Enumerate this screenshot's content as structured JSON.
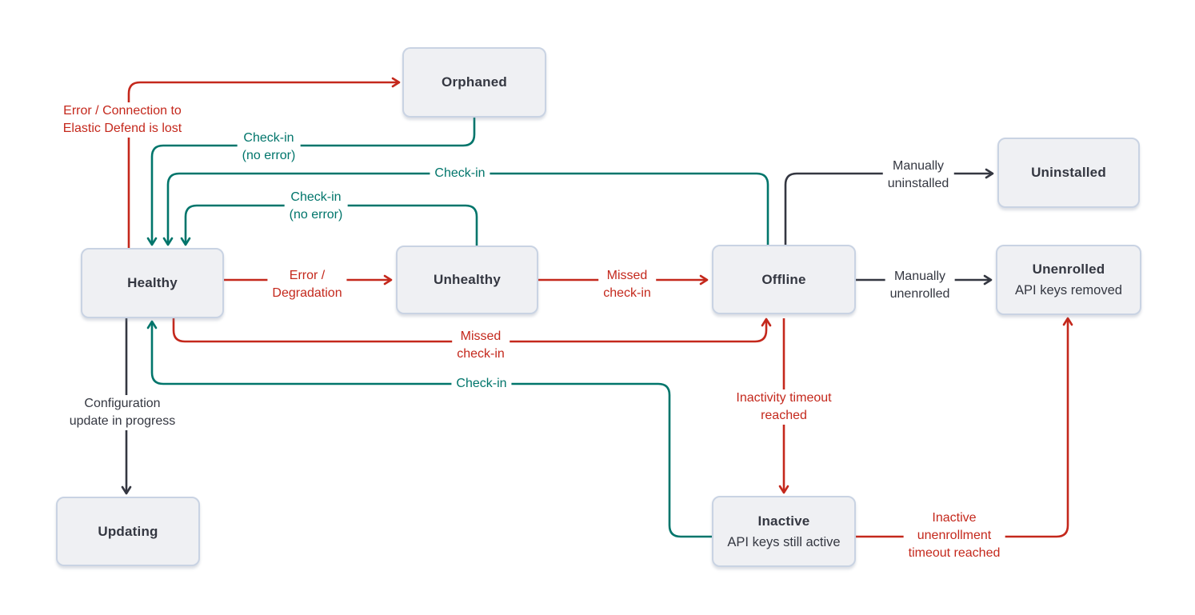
{
  "diagram": {
    "description": "Elastic Agent status state diagram",
    "palette": {
      "error_red": "#c4281c",
      "checkin_teal": "#00756b",
      "neutral_dark": "#343741",
      "node_fill": "#eff0f3",
      "node_border": "#c9d3e3",
      "background": "#ffffff"
    }
  },
  "nodes": {
    "orphaned": {
      "label": "Orphaned"
    },
    "healthy": {
      "label": "Healthy"
    },
    "unhealthy": {
      "label": "Unhealthy"
    },
    "offline": {
      "label": "Offline"
    },
    "uninstalled": {
      "label": "Uninstalled"
    },
    "unenrolled": {
      "label": "Unenrolled",
      "sublabel": "API keys removed"
    },
    "updating": {
      "label": "Updating"
    },
    "inactive": {
      "label": "Inactive",
      "sublabel": "API keys still active"
    }
  },
  "edges": {
    "healthy_to_orphaned": {
      "line1": "Error / Connection to",
      "line2": "Elastic Defend is lost"
    },
    "orphaned_to_healthy": {
      "line1": "Check-in",
      "line2": "(no error)"
    },
    "offline_to_healthy": {
      "line1": "Check-in"
    },
    "unhealthy_to_healthy": {
      "line1": "Check-in",
      "line2": "(no error)"
    },
    "healthy_to_unhealthy": {
      "line1": "Error /",
      "line2": "Degradation"
    },
    "unhealthy_to_offline": {
      "line1": "Missed",
      "line2": "check-in"
    },
    "offline_to_uninstalled": {
      "line1": "Manually",
      "line2": "uninstalled"
    },
    "offline_to_unenrolled": {
      "line1": "Manually",
      "line2": "unenrolled"
    },
    "healthy_to_offline": {
      "line1": "Missed",
      "line2": "check-in"
    },
    "inactive_to_healthy": {
      "line1": "Check-in"
    },
    "healthy_to_updating": {
      "line1": "Configuration",
      "line2": "update in progress"
    },
    "offline_to_inactive": {
      "line1": "Inactivity timeout",
      "line2": "reached"
    },
    "inactive_to_unenrolled": {
      "line1": "Inactive",
      "line2": "unenrollment",
      "line3": "timeout reached"
    }
  }
}
